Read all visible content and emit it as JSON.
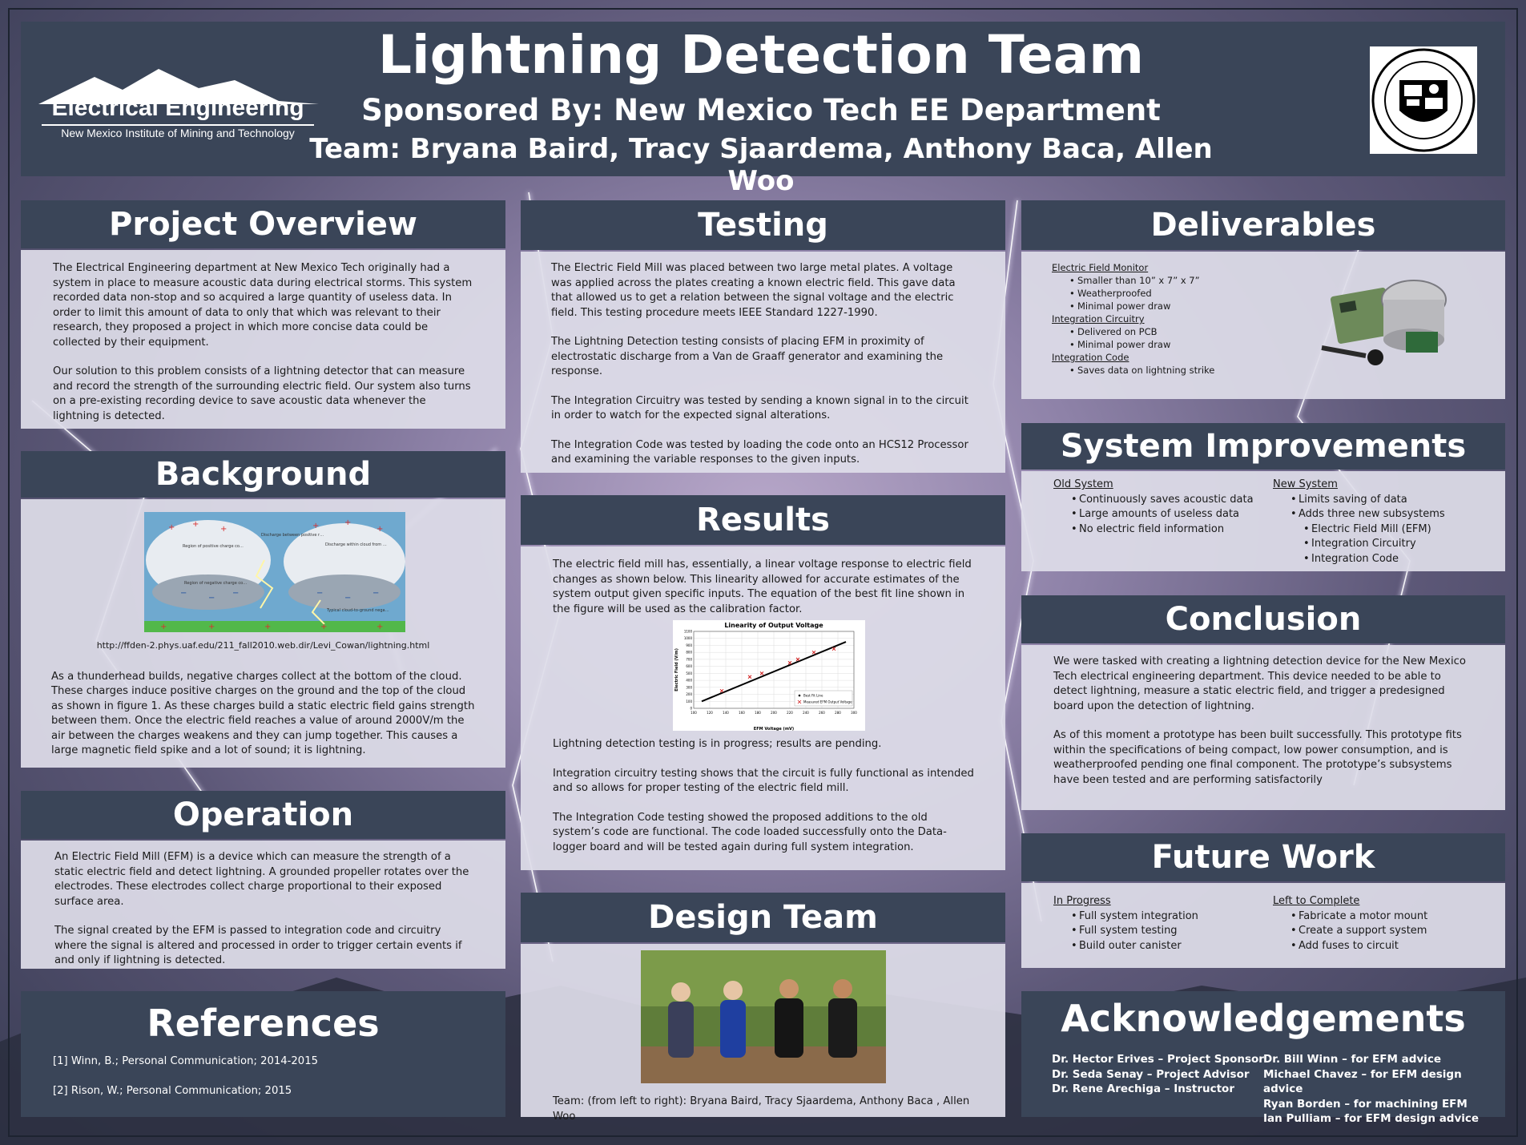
{
  "header": {
    "logo_title": "Electrical Engineering",
    "logo_subtitle": "New Mexico Institute of Mining and Technology",
    "title": "Lightning Detection Team",
    "sponsor": "Sponsored By: New Mexico Tech EE Department",
    "team": "Team: Bryana Baird, Tracy Sjaardema, Anthony Baca, Allen Woo"
  },
  "project_overview": {
    "title": "Project Overview",
    "p1": "The Electrical Engineering department at New Mexico Tech originally had a system in place to measure acoustic data during electrical storms. This system recorded data non-stop and so acquired a large quantity of useless data. In order to limit this amount of data to only that which was relevant to their research, they proposed a project in which more concise data could be collected by their equipment.",
    "p2": "Our solution to this problem consists of a lightning detector that can measure and record the strength of the surrounding electric field. Our system also turns on a pre-existing recording device to save acoustic data whenever the lightning is detected."
  },
  "background": {
    "title": "Background",
    "url": "http://ffden-2.phys.uaf.edu/211_fall2010.web.dir/Levi_Cowan/lightning.html",
    "fig_labels": [
      "Region of positive charge concentration",
      "Discharge between positive region of one cloud and negative region of another",
      "Discharge within cloud from negative base to positive top",
      "Region of negative charge concentration",
      "Typical cloud-to-ground negative discharge"
    ],
    "p1": "As a thunderhead builds, negative charges collect at the bottom of the cloud. These charges induce positive charges on the ground and the top of the cloud as shown in figure 1. As these charges build a static electric field gains strength between them. Once the electric field reaches a value of around 2000V/m the air between the charges weakens and they can jump together. This causes a large magnetic field spike and a lot of sound; it is lightning."
  },
  "operation": {
    "title": "Operation",
    "p1": "An Electric Field Mill (EFM) is a device which can measure the strength of a static electric field and detect lightning. A grounded propeller rotates over the electrodes. These electrodes collect charge proportional to their exposed surface area.",
    "p2": "The signal created by the EFM is passed to integration code and circuitry where the signal is altered and processed in order to trigger certain events if and only if lightning is detected."
  },
  "references": {
    "title": "References",
    "r1": "[1] Winn, B.; Personal Communication; 2014-2015",
    "r2": "[2] Rison, W.; Personal Communication; 2015"
  },
  "testing": {
    "title": "Testing",
    "p1": "The Electric Field Mill was placed between two large metal plates. A voltage was applied across the plates creating a known electric field. This gave data that allowed us to get a relation between the signal voltage and the electric field. This testing procedure meets IEEE Standard 1227-1990.",
    "p2": "The Lightning Detection testing consists of placing EFM in proximity of electrostatic discharge from a Van de Graaff generator and examining the response.",
    "p3": "The Integration Circuitry was tested by sending a known signal in to the circuit in order to watch for the expected signal alterations.",
    "p4": "The Integration Code was tested by loading the code onto an HCS12 Processor and examining the variable responses to the given inputs."
  },
  "results": {
    "title": "Results",
    "p1": "The electric field mill has, essentially, a linear voltage response to electric field changes as shown below. This linearity allowed for accurate estimates of the system output given specific inputs. The equation of the best fit line shown in the figure will be used as the calibration factor.",
    "p2": "Lightning detection testing is in progress; results are pending.",
    "p3": "Integration circuitry testing shows that the circuit is fully functional as intended and so allows for proper testing of the electric field mill.",
    "p4": "The Integration Code testing showed the proposed additions to the old system’s code are functional. The code loaded successfully onto the Data-logger board and will be tested again during full system integration."
  },
  "chart_data": {
    "type": "scatter",
    "title": "Linearity of Output Voltage",
    "xlabel": "EFM Voltage (mV)",
    "ylabel": "Electric Field (V/m)",
    "xlim": [
      100,
      300
    ],
    "ylim": [
      0,
      1100
    ],
    "xticks": [
      "100",
      "120",
      "140",
      "160",
      "180",
      "200",
      "220",
      "240",
      "260",
      "280",
      "300"
    ],
    "yticks": [
      "0",
      "100",
      "200",
      "300",
      "400",
      "500",
      "600",
      "700",
      "800",
      "900",
      "1000",
      "1100"
    ],
    "series": [
      {
        "name": "Best Fit Line",
        "kind": "line",
        "x": [
          110,
          290
        ],
        "y": [
          100,
          950
        ],
        "color": "#000000"
      },
      {
        "name": "Measured EFM Output Voltage",
        "kind": "points",
        "x": [
          135,
          170,
          185,
          220,
          230,
          250,
          275
        ],
        "y": [
          250,
          450,
          500,
          650,
          700,
          800,
          850
        ],
        "color": "#d02020"
      }
    ],
    "legend": "bottom-right",
    "grid": true
  },
  "design_team": {
    "title": "Design Team",
    "caption": "Team: (from left to right): Bryana Baird, Tracy Sjaardema, Anthony Baca , Allen Woo"
  },
  "deliverables": {
    "title": "Deliverables",
    "h1": "Electric Field Monitor",
    "h1_items": [
      "Smaller than 10” x 7” x 7”",
      "Weatherproofed",
      "Minimal power draw"
    ],
    "h2": "Integration Circuitry",
    "h2_items": [
      "Delivered on PCB",
      "Minimal power draw"
    ],
    "h3": "Integration Code",
    "h3_items": [
      "Saves data on lightning strike"
    ]
  },
  "system_improvements": {
    "title": "System Improvements",
    "old_head": "Old System",
    "old_items": [
      "Continuously saves acoustic data",
      "Large amounts of useless data",
      "No electric field information"
    ],
    "new_head": "New System",
    "new_items": [
      "Limits saving of data",
      "Adds three new subsystems"
    ],
    "new_sub_items": [
      "Electric Field Mill (EFM)",
      "Integration Circuitry",
      "Integration Code"
    ]
  },
  "conclusion": {
    "title": "Conclusion",
    "p1": "We were tasked with creating a lightning detection device for the New Mexico Tech electrical engineering department. This device needed to be able to detect lightning, measure a static electric field, and trigger a predesigned board upon the detection of lightning.",
    "p2": "As of this moment a prototype has been built successfully. This prototype fits within the specifications of being compact, low power consumption, and is weatherproofed pending one final component. The prototype’s subsystems have been tested and are performing satisfactorily"
  },
  "future_work": {
    "title": "Future Work",
    "left_head": "In Progress",
    "left_items": [
      "Full system integration",
      "Full system testing",
      "Build outer canister"
    ],
    "right_head": "Left to Complete",
    "right_items": [
      "Fabricate a motor mount",
      "Create a support system",
      "Add fuses to circuit"
    ]
  },
  "acknowledgements": {
    "title": "Acknowledgements",
    "left": [
      "Dr. Hector Erives – Project Sponsor",
      "Dr. Seda Senay – Project Advisor",
      "Dr. Rene Arechiga – Instructor"
    ],
    "right": [
      "Dr. Bill Winn – for EFM advice",
      "Michael Chavez – for EFM design advice",
      "Ryan Borden – for machining EFM",
      "Ian Pulliam – for EFM design advice"
    ]
  },
  "colors": {
    "header_bg": "#3a4558",
    "panel_bg": "#deddE8",
    "accent_text": "#ffffff"
  }
}
